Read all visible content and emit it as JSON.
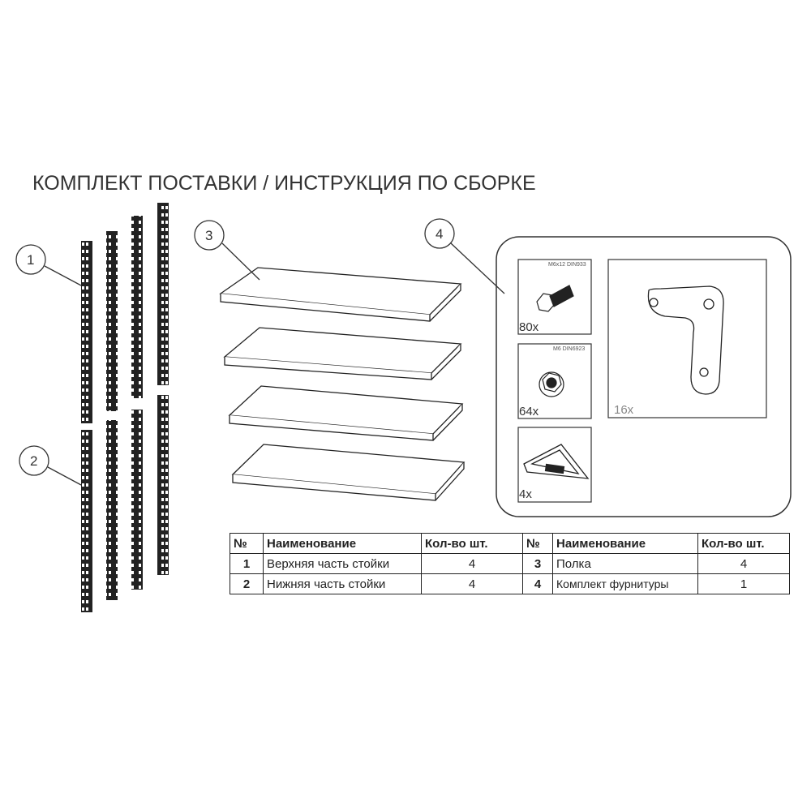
{
  "title": "КОМПЛЕКТ ПОСТАВКИ / ИНСТРУКЦИЯ ПО СБОРКЕ",
  "callouts": [
    "1",
    "2",
    "3",
    "4"
  ],
  "hardware": [
    {
      "spec": "M6x12 DIN933",
      "qty": "80x",
      "icon": "bolt-icon"
    },
    {
      "spec": "M6 DIN6923",
      "qty": "64x",
      "icon": "flange-nut-icon"
    },
    {
      "spec": "",
      "qty": "4x",
      "icon": "foot-cap-icon"
    },
    {
      "spec": "",
      "qty": "16x",
      "icon": "corner-plate-icon"
    }
  ],
  "table": {
    "headers": [
      "№",
      "Наименование",
      "Кол-во шт.",
      "№",
      "Наименование",
      "Кол-во шт."
    ],
    "rows": [
      [
        "1",
        "Верхняя часть стойки",
        "4",
        "3",
        "Полка",
        "4"
      ],
      [
        "2",
        "Нижняя часть стойки",
        "4",
        "4",
        "Комплект фурнитуры",
        "1"
      ]
    ]
  }
}
